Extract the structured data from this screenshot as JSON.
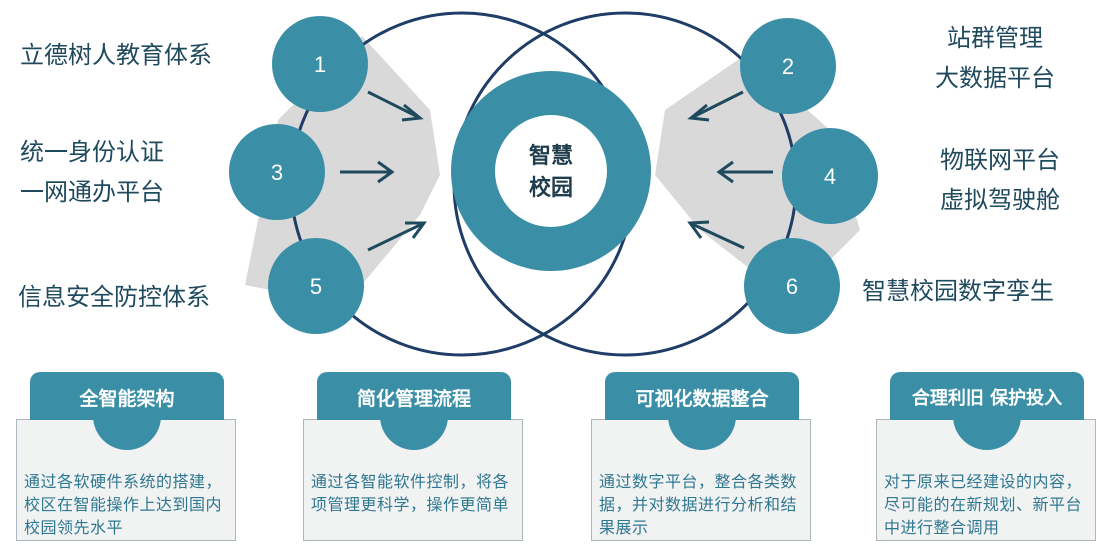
{
  "center": {
    "line1": "智慧",
    "line2": "校园"
  },
  "nodes": [
    {
      "num": "1",
      "lines": [
        "立德树人教育体系"
      ]
    },
    {
      "num": "2",
      "lines": [
        "站群管理",
        "大数据平台"
      ]
    },
    {
      "num": "3",
      "lines": [
        "统一身份认证",
        "一网通办平台"
      ]
    },
    {
      "num": "4",
      "lines": [
        "物联网平台",
        "虚拟驾驶舱"
      ]
    },
    {
      "num": "5",
      "lines": [
        "信息安全防控体系"
      ]
    },
    {
      "num": "6",
      "lines": [
        "智慧校园数字孪生"
      ]
    }
  ],
  "cards": [
    {
      "title": "全智能架构",
      "text": "通过各软硬件系统的搭建，校区在智能操作上达到国内校园领先水平"
    },
    {
      "title": "简化管理流程",
      "text": "通过各智能软件控制，将各项管理更科学，操作更简单"
    },
    {
      "title": "可视化数据整合",
      "text": "通过数字平台，整合各类数据，并对数据进行分析和结果展示"
    },
    {
      "title": "合理利旧 保护投入",
      "text": "对于原来已经建设的内容，尽可能的在新规划、新平台中进行整合调用"
    }
  ],
  "colors": {
    "teal": "#3a8fa6",
    "navy": "#1f4a5e",
    "ring": "#1f3d66",
    "wedge": "#d9d9d9",
    "card_bg": "#f1f2f2",
    "card_text": "#2f7891"
  }
}
